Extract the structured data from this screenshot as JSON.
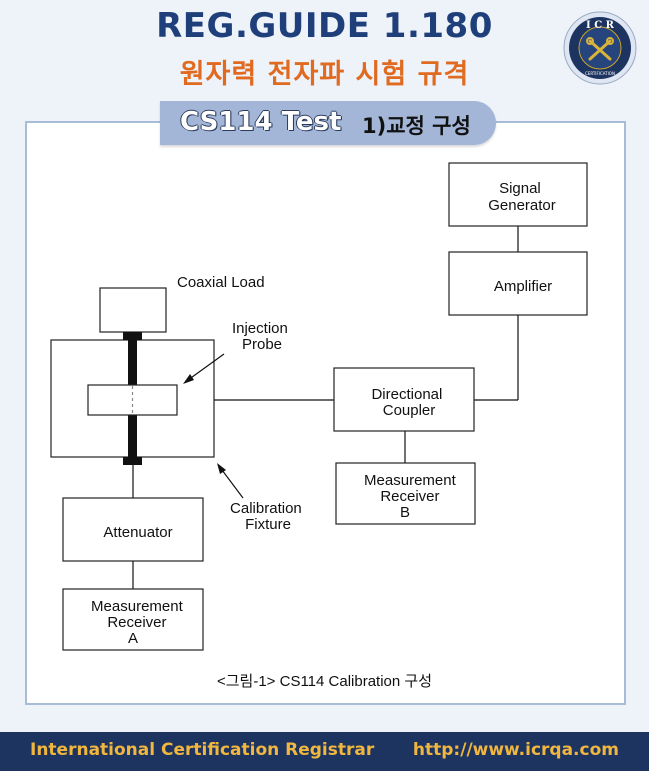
{
  "header": {
    "title": "REG.GUIDE 1.180",
    "subtitle": "원자력 전자파 시험 규격"
  },
  "seal": {
    "letters": "ICR",
    "ring_text": "INTERNATIONAL CERTIFICATION REGISTRAR"
  },
  "tab": {
    "test_name": "CS114 Test",
    "section": "1)교정 구성"
  },
  "diagram": {
    "signal_generator": [
      "Signal",
      "Generator"
    ],
    "amplifier": "Amplifier",
    "coaxial_load": "Coaxial Load",
    "injection_probe": [
      "Injection",
      "Probe"
    ],
    "directional_coupler": [
      "Directional",
      "Coupler"
    ],
    "receiver_b": [
      "Measurement",
      "Receiver",
      "B"
    ],
    "calibration_fixture": [
      "Calibration",
      "Fixture"
    ],
    "attenuator": "Attenuator",
    "receiver_a": [
      "Measurement",
      "Receiver",
      "A"
    ]
  },
  "caption": "<그림-1> CS114 Calibration 구성",
  "footer": {
    "org": "International Certification Registrar",
    "url": "http://www.icrqa.com"
  },
  "colors": {
    "title": "#1f3f7a",
    "subtitle": "#e06a20",
    "tab": "#a3b6d7",
    "footer_bg": "#1d3461",
    "footer_text": "#f0b63e"
  }
}
